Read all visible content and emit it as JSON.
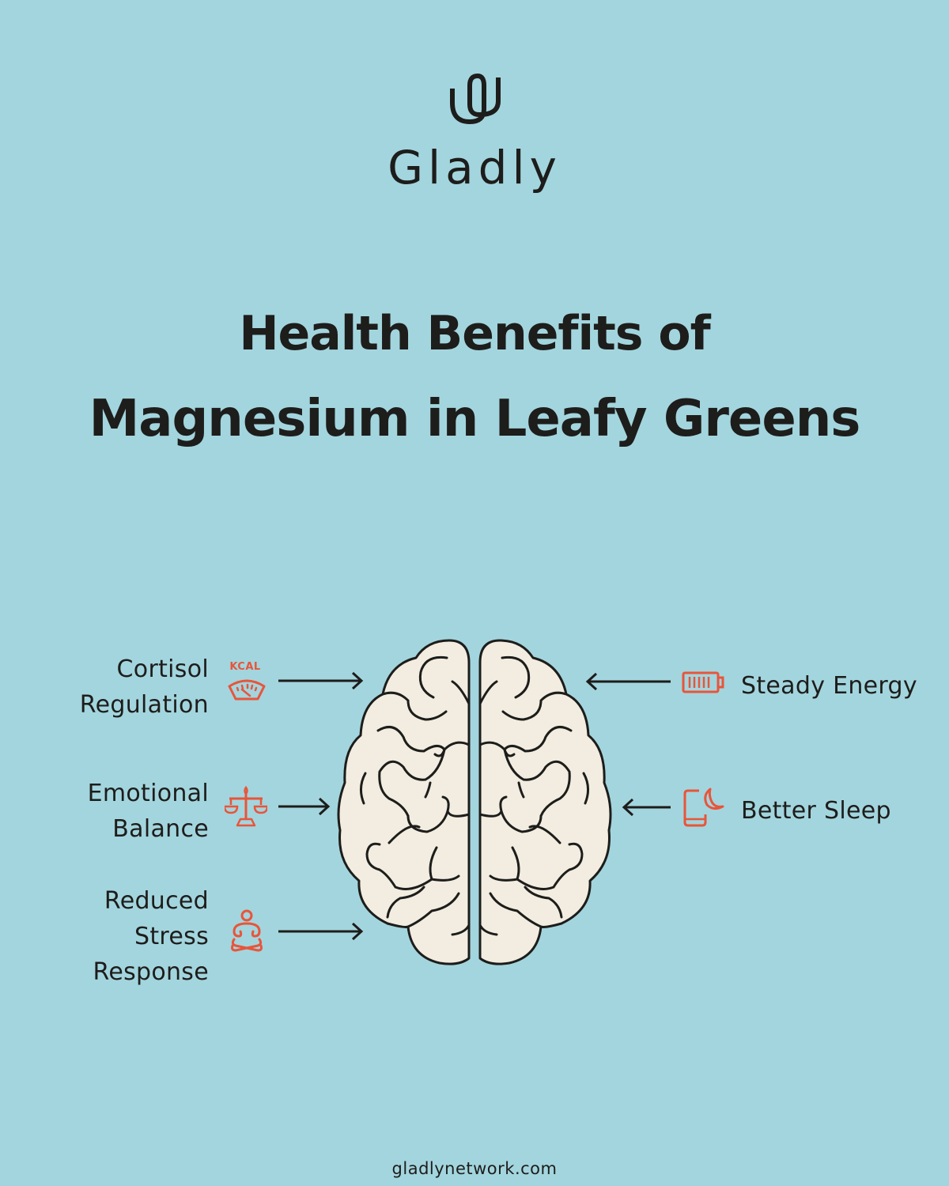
{
  "brand": {
    "logo_icon": "gladly-loop-logo-icon",
    "name": "Gladly"
  },
  "title": {
    "line1": "Health Benefits of",
    "line2": "Magnesium in Leafy Greens"
  },
  "colors": {
    "background": "#A3D5DE",
    "text": "#1D1D1B",
    "accent": "#E8553A",
    "brain_fill": "#F2EDE0"
  },
  "benefits_left": [
    {
      "lines": [
        "Cortisol",
        "Regulation"
      ],
      "icon": "kcal-scale-icon",
      "icon_text": "KCAL"
    },
    {
      "lines": [
        "Emotional",
        "Balance"
      ],
      "icon": "balance-scale-icon"
    },
    {
      "lines": [
        "Reduced",
        "Stress",
        "Response"
      ],
      "icon": "meditation-icon"
    }
  ],
  "benefits_right": [
    {
      "label": "Steady Energy",
      "icon": "battery-full-icon"
    },
    {
      "label": "Better Sleep",
      "icon": "phone-moon-icon"
    }
  ],
  "center_graphic": "brain-illustration",
  "footer": {
    "url": "gladlynetwork.com"
  }
}
